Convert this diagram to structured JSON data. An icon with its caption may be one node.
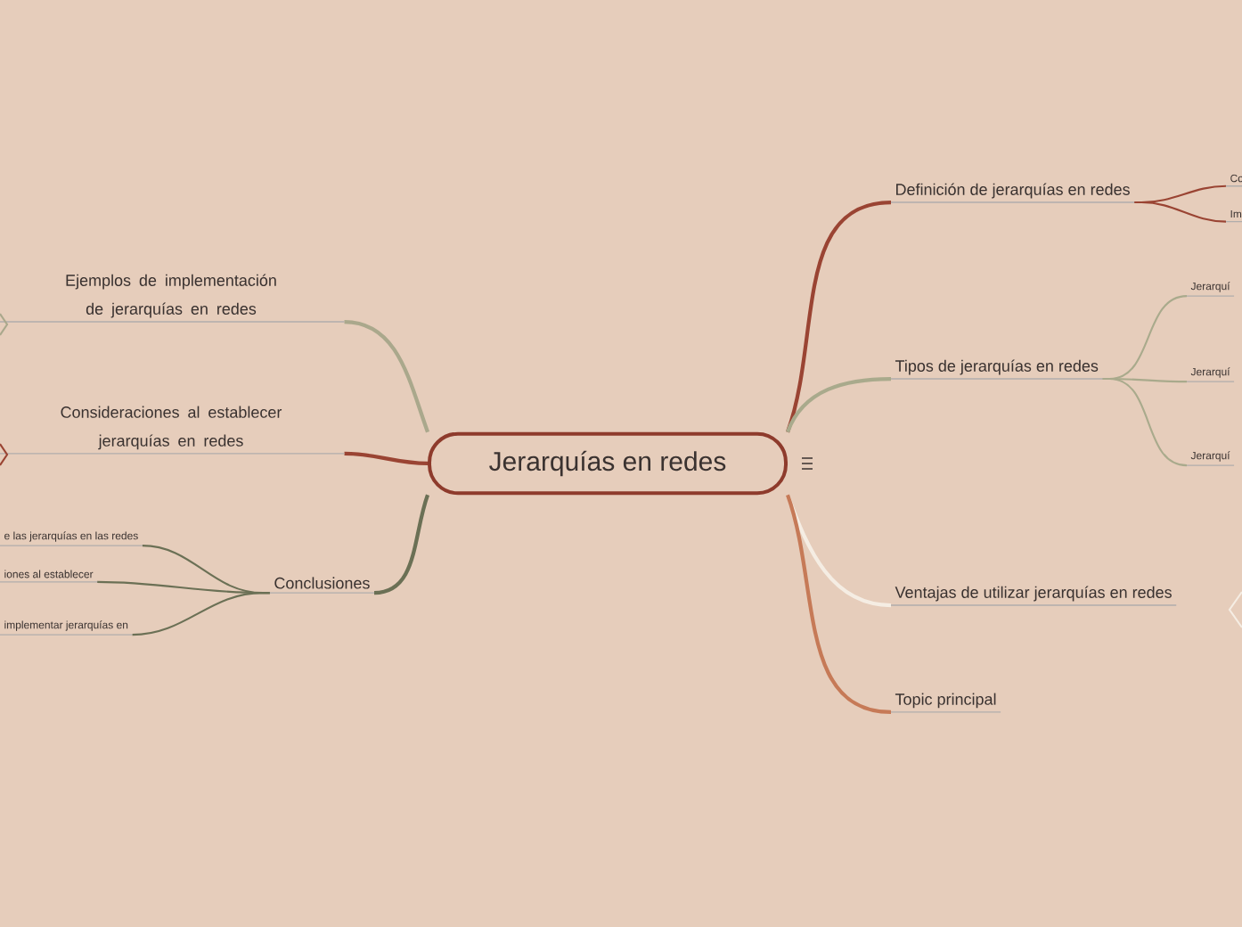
{
  "diagram": {
    "nodes": [
      {
        "text": [
          "Jerarquías en redes"
        ]
      },
      {
        "text": [
          "Definición de jerarquías en redes"
        ]
      },
      {
        "text": [
          "Co"
        ]
      },
      {
        "text": [
          "Im"
        ]
      },
      {
        "text": [
          "Tipos de jerarquías en redes"
        ]
      },
      {
        "text": [
          "Jerarquí"
        ]
      },
      {
        "text": [
          "Jerarquí"
        ]
      },
      {
        "text": [
          "Jerarquí"
        ]
      },
      {
        "text": [
          "Ventajas de utilizar jerarquías en redes"
        ]
      },
      {
        "text": [
          "Topic principal"
        ]
      },
      {
        "text": [
          "Ejemplos de implementación de jerarquías en redes"
        ]
      },
      {
        "text": [
          "Consideraciones al establecer jerarquías en redes"
        ]
      },
      {
        "text": [
          "Conclusiones"
        ]
      },
      {
        "text": [
          "e las jerarquías en las redes"
        ]
      },
      {
        "text": [
          "iones al establecer"
        ]
      },
      {
        "text": [
          "implementar jerarquías en"
        ]
      }
    ],
    "edges": [
      {
        "from": 0,
        "to": 1,
        "arrow": "none",
        "color": "#9a4433"
      },
      {
        "from": 1,
        "to": 2,
        "arrow": "none",
        "color": "#9a4433"
      },
      {
        "from": 1,
        "to": 3,
        "arrow": "none",
        "color": "#9a4433"
      },
      {
        "from": 0,
        "to": 4,
        "arrow": "none",
        "color": "#a9aa8c"
      },
      {
        "from": 4,
        "to": 5,
        "arrow": "none",
        "color": "#a9aa8c"
      },
      {
        "from": 4,
        "to": 6,
        "arrow": "none",
        "color": "#a9aa8c"
      },
      {
        "from": 4,
        "to": 7,
        "arrow": "none",
        "color": "#a9aa8c"
      },
      {
        "from": 0,
        "to": 8,
        "arrow": "none",
        "color": "#f5ede3"
      },
      {
        "from": 0,
        "to": 9,
        "arrow": "none",
        "color": "#c67a57"
      },
      {
        "from": 0,
        "to": 10,
        "arrow": "none",
        "color": "#aaa88c"
      },
      {
        "from": 0,
        "to": 11,
        "arrow": "none",
        "color": "#9a4433"
      },
      {
        "from": 0,
        "to": 12,
        "arrow": "none",
        "color": "#6b7055"
      },
      {
        "from": 12,
        "to": 13,
        "arrow": "none",
        "color": "#6b7055"
      },
      {
        "from": 12,
        "to": 14,
        "arrow": "none",
        "color": "#6b7055"
      },
      {
        "from": 12,
        "to": 15,
        "arrow": "none",
        "color": "#6b7055"
      }
    ]
  }
}
